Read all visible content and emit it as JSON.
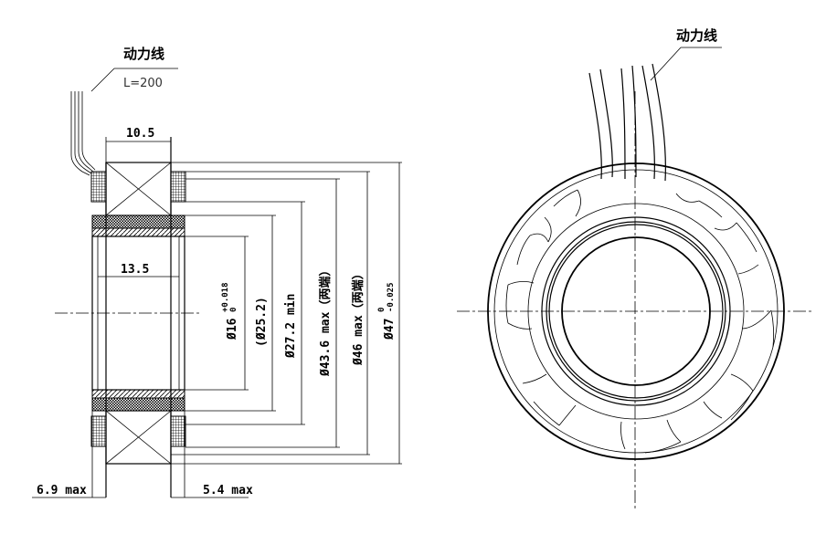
{
  "side_view": {
    "cable_label": "动力线",
    "cable_length": "L=200",
    "dims": {
      "width_coil": "10.5",
      "bore_length": "13.5",
      "left_extra": "6.9 max",
      "right_extra": "5.4 max",
      "d16_main": "Ø16",
      "d16_tol_upper": "+0.018",
      "d16_tol_lower": "0",
      "d25": "(Ø25.2)",
      "d27": "Ø27.2 min",
      "d43": "Ø43.6 max（两端）",
      "d46": "Ø46 max（两端）",
      "d47_main": "Ø47",
      "d47_tol_upper": "0",
      "d47_tol_lower": "-0.025"
    }
  },
  "front_view": {
    "cable_label": "动力线"
  }
}
